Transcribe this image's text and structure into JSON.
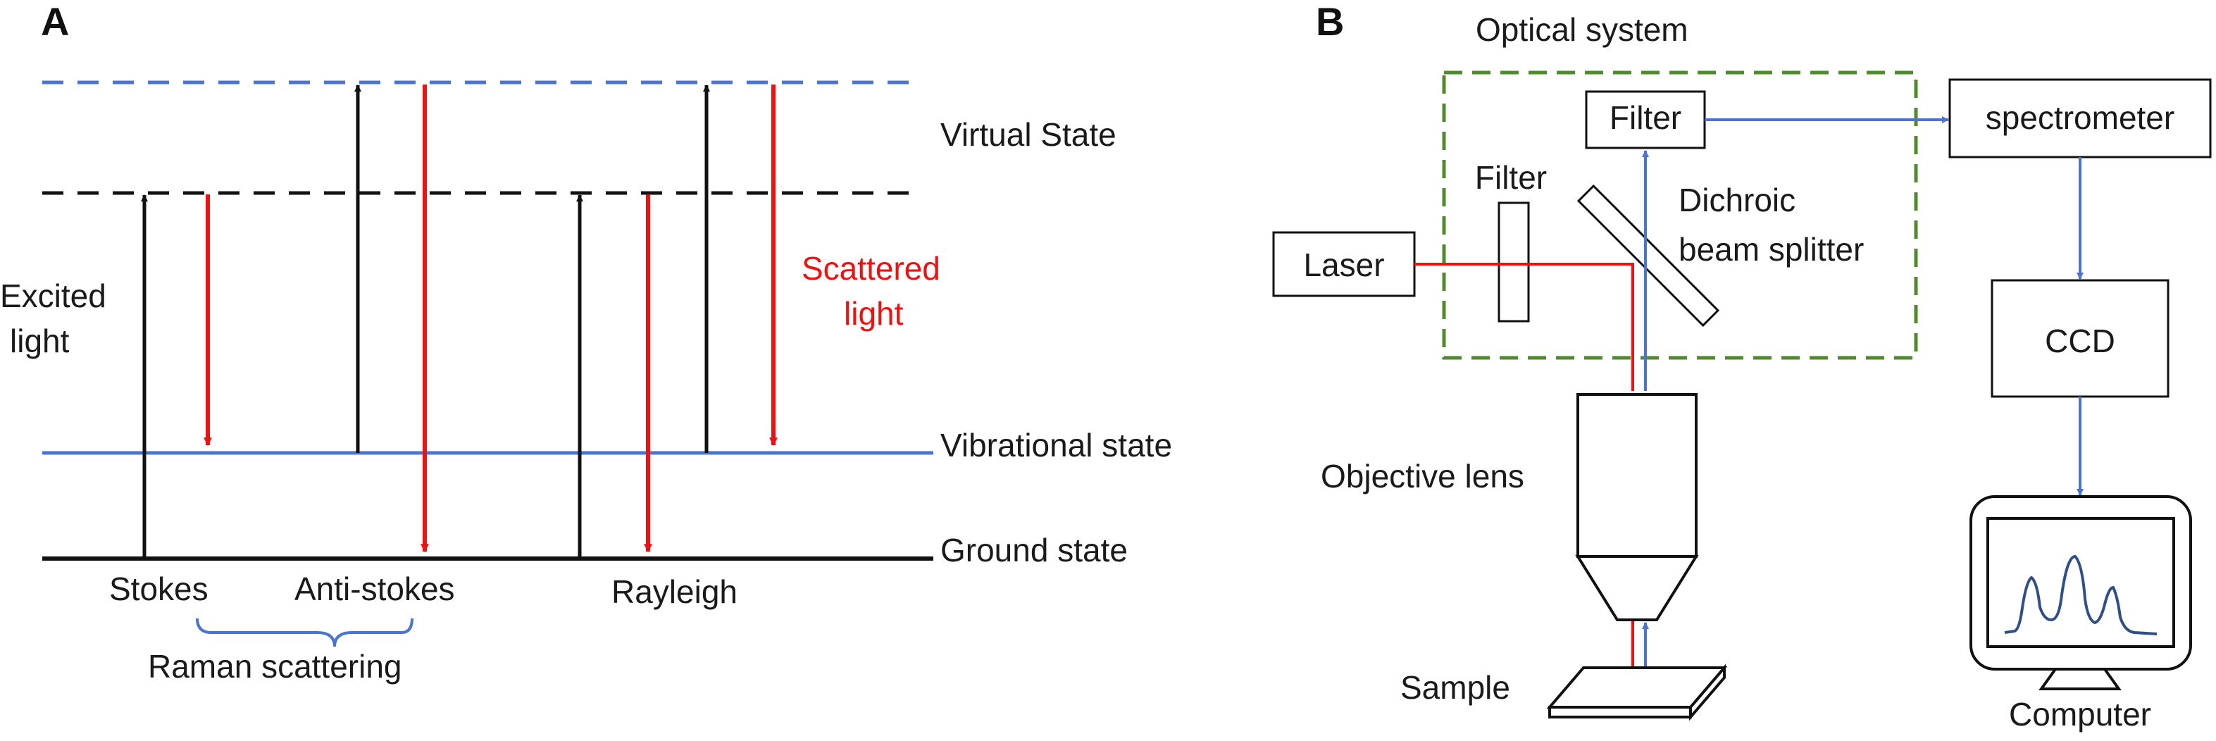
{
  "colors": {
    "black": "#111111",
    "blue": "#4a74cf",
    "red": "#ee1111",
    "green_dash": "#4f8a2e",
    "spectrum": "#2f4f86"
  },
  "panel_a": {
    "letter": "A",
    "levels": {
      "virtual": "Virtual State",
      "vibrational": "Vibrational state",
      "ground": "Ground state"
    },
    "excited_light": [
      "Excited",
      "light"
    ],
    "scattered_light": [
      "Scattered",
      "light"
    ],
    "process_labels": {
      "stokes": "Stokes",
      "anti_stokes": "Anti-stokes",
      "rayleigh": "Rayleigh"
    },
    "raman_group": "Raman scattering"
  },
  "panel_b": {
    "letter": "B",
    "optical_system": "Optical system",
    "laser": "Laser",
    "filter_left": "Filter",
    "filter_top": "Filter",
    "dichroic": [
      "Dichroic",
      "beam splitter"
    ],
    "spectrometer": "spectrometer",
    "ccd": "CCD",
    "objective": "Objective lens",
    "sample": "Sample",
    "computer": "Computer",
    "spectrum_icon": "raman-spectrum-icon"
  }
}
